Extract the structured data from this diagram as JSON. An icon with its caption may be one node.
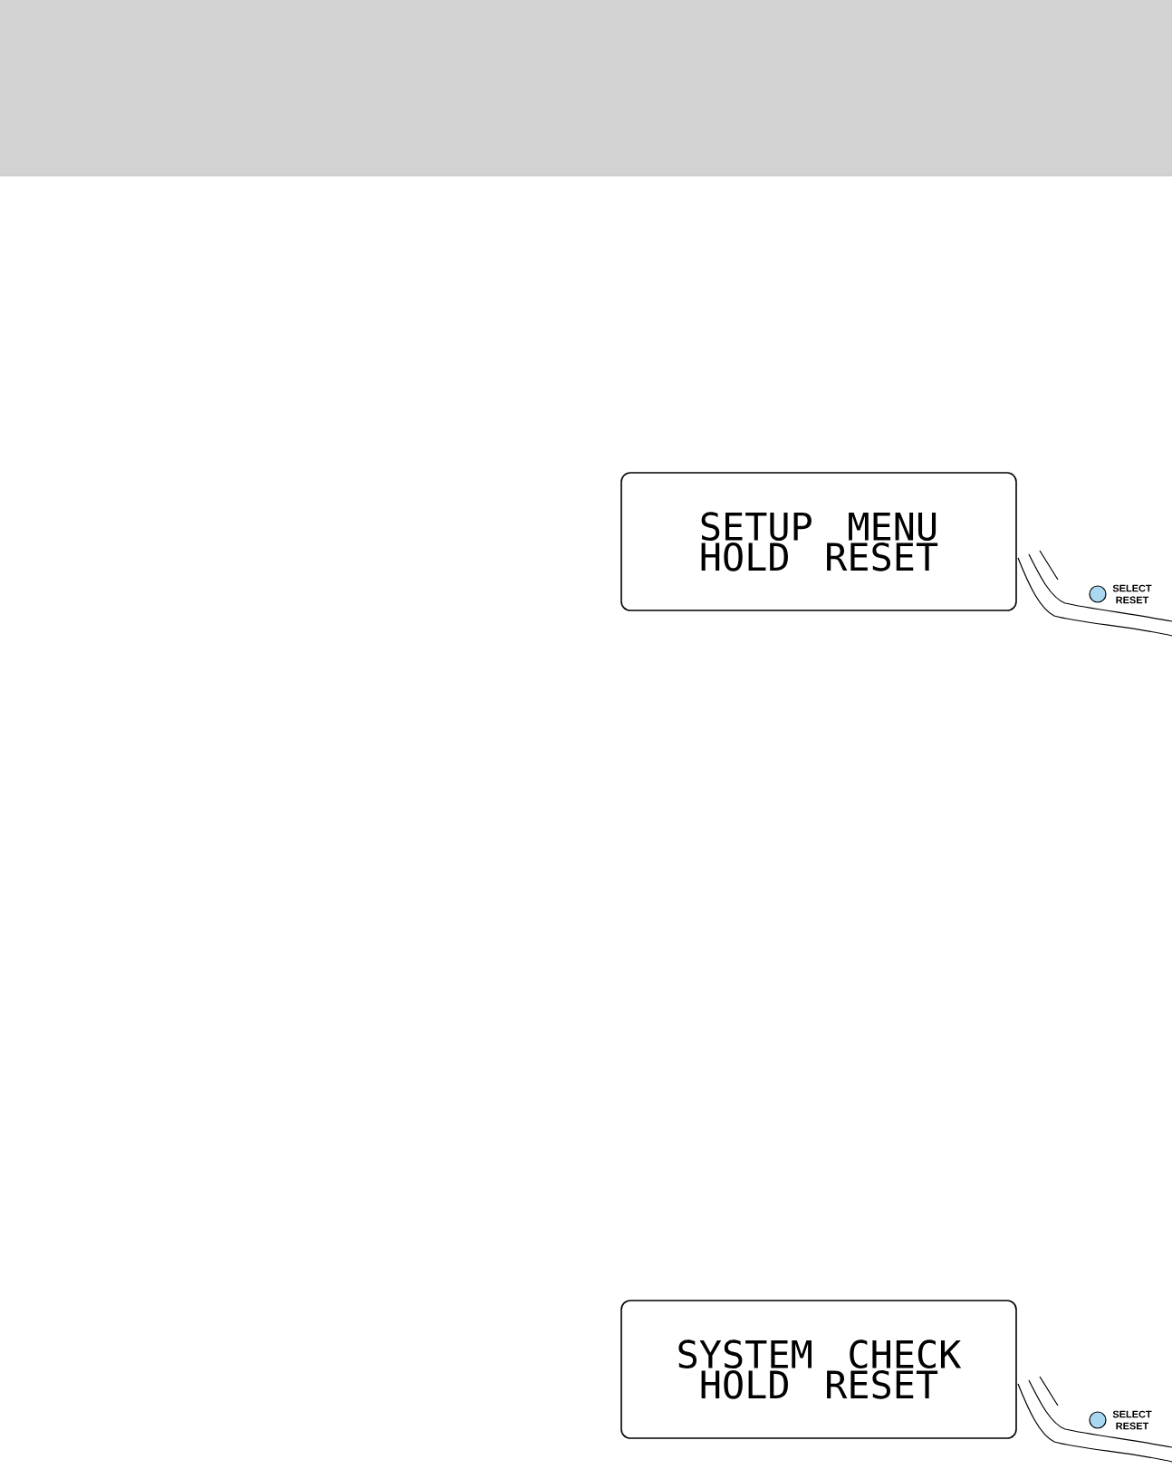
{
  "diagram": {
    "nodes": [
      {
        "text": [
          "SETUP MENU HOLD RESET"
        ]
      },
      {
        "text": [],
        "shape": "circle",
        "beside": [
          "SELECT RESET"
        ]
      },
      {
        "text": [
          "SYSTEM CHECK HOLD RESET"
        ]
      },
      {
        "text": [],
        "shape": "circle",
        "beside": [
          "SELECT RESET"
        ]
      }
    ]
  }
}
